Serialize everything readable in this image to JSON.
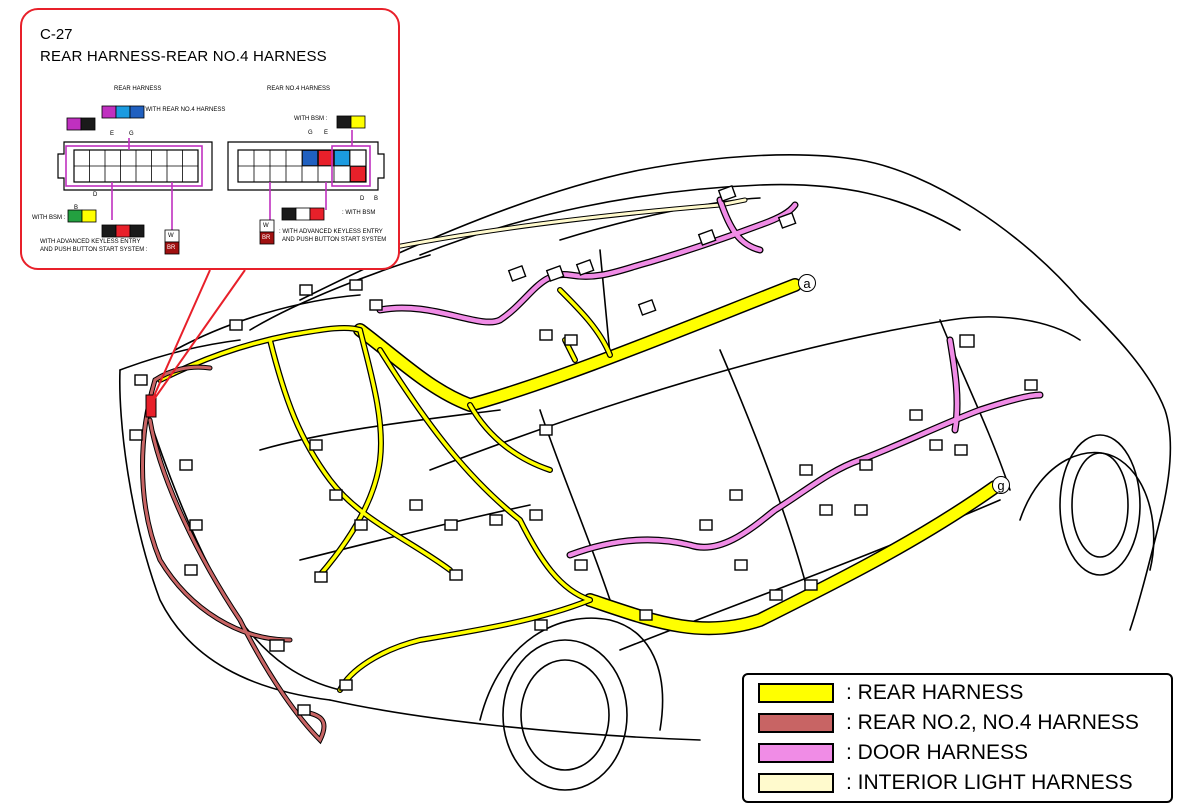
{
  "callout": {
    "code": "C-27",
    "title": "REAR HARNESS-REAR NO.4 HARNESS",
    "left_connector_label": "REAR HARNESS",
    "right_connector_label": "REAR NO.4 HARNESS",
    "with_rear_no4": ": WITH REAR NO.4 HARNESS",
    "with_bsm_left": "WITH BSM :",
    "with_bsm_right_top": "WITH BSM :",
    "with_bsm_right_bottom": ": WITH BSM",
    "keyless_left_line1": "WITH ADVANCED KEYLESS ENTRY",
    "keyless_left_line2": "AND PUSH BUTTON START SYSTEM :",
    "keyless_right_line1": ": WITH ADVANCED KEYLESS ENTRY",
    "keyless_right_line2": "AND PUSH BUTTON START SYSTEM",
    "pin_e_left": "E",
    "pin_g_left": "G",
    "pin_b_left": "B",
    "pin_d_left": "D",
    "pin_g_right": "G",
    "pin_e_right": "E",
    "pin_d_right": "D",
    "pin_b_right": "B",
    "wire_w": "W",
    "wire_br": "BR"
  },
  "markers": {
    "a": "a",
    "g": "g"
  },
  "legend": {
    "items": [
      {
        "label": ": REAR HARNESS",
        "color": "#ffff00"
      },
      {
        "label": ": REAR NO.2, NO.4 HARNESS",
        "color": "#c86464"
      },
      {
        "label": ": DOOR HARNESS",
        "color": "#f08ce6"
      },
      {
        "label": ": INTERIOR LIGHT HARNESS",
        "color": "#fffacd"
      }
    ]
  },
  "colors": {
    "callout_border": "#e8202a",
    "rear_harness": "#ffff00",
    "rear_no2_no4": "#c86464",
    "door_harness": "#f08ce6",
    "interior_light": "#fffacd",
    "outline": "#000000"
  }
}
